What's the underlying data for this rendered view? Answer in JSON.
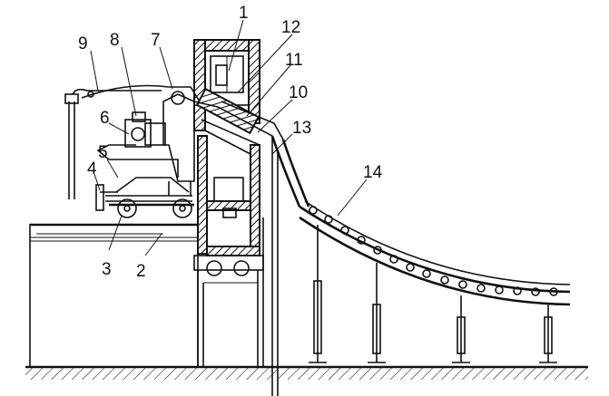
{
  "figure": {
    "callouts": [
      {
        "id": "callout-1",
        "text": "1"
      },
      {
        "id": "callout-2",
        "text": "2"
      },
      {
        "id": "callout-3",
        "text": "3"
      },
      {
        "id": "callout-4",
        "text": "4"
      },
      {
        "id": "callout-5",
        "text": "5"
      },
      {
        "id": "callout-6",
        "text": "6"
      },
      {
        "id": "callout-7",
        "text": "7"
      },
      {
        "id": "callout-8",
        "text": "8"
      },
      {
        "id": "callout-9",
        "text": "9"
      },
      {
        "id": "callout-10",
        "text": "10"
      },
      {
        "id": "callout-11",
        "text": "11"
      },
      {
        "id": "callout-12",
        "text": "12"
      },
      {
        "id": "callout-13",
        "text": "13"
      },
      {
        "id": "callout-14",
        "text": "14"
      }
    ]
  }
}
